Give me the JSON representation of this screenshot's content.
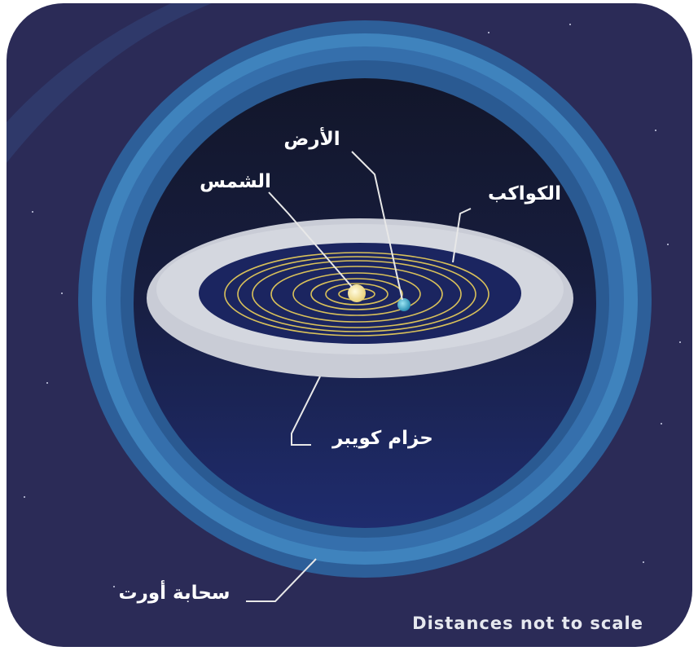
{
  "labels": {
    "earth": "الأرض",
    "sun": "الشمس",
    "planets": "الكواكب",
    "kuiper_belt": "حزام كويبر",
    "oort_cloud": "سحابة أورت"
  },
  "note": "Distances not to scale",
  "colors": {
    "background": "#2b2b55",
    "oort_outer": "#2f6aa3",
    "oort_mid": "#3f86bf",
    "oort_inner": "#2c5f96",
    "interior_top": "#161a2e",
    "interior_bottom": "#1e2a66",
    "kuiper_belt": "#c9ccd6",
    "orbit": "#d9c15a",
    "sun": "#f3e6a3",
    "earth": "#3aa7c8",
    "text": "#ffffff"
  }
}
